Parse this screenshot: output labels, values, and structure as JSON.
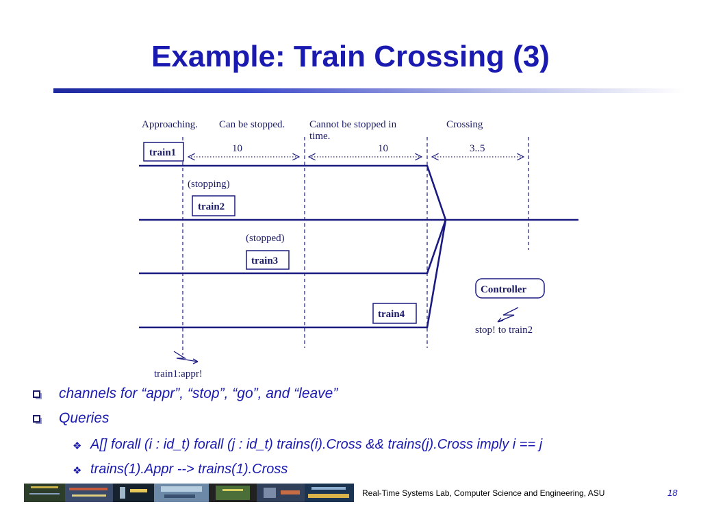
{
  "slide": {
    "title": "Example: Train Crossing (3)",
    "page_number": "18",
    "footer_text": "Real-Time Systems Lab, Computer Science and Engineering, ASU"
  },
  "diagram": {
    "phases": [
      "Approaching.",
      "Can be stopped.",
      "Cannot be stopped in",
      "time.",
      "Crossing"
    ],
    "durations": [
      "10",
      "10",
      "3..5"
    ],
    "trains": [
      "train1",
      "train2",
      "train3",
      "train4"
    ],
    "annotations": [
      "(stopping)",
      "(stopped)"
    ],
    "controller": "Controller",
    "signals": [
      "train1:appr!",
      "stop! to train2"
    ]
  },
  "bullets": [
    {
      "text": "channels for “appr”, “stop”, “go”, and “leave”",
      "sub": []
    },
    {
      "text": "Queries",
      "sub": [
        "A[] forall (i : id_t) forall (j : id_t) trains(i).Cross && trains(j).Cross imply i == j",
        "trains(1).Appr --> trains(1).Cross"
      ]
    }
  ],
  "colors": {
    "title": "#1a1ab0",
    "diagram": "#1a1a80",
    "bullet_text": "#1a1ab0"
  }
}
